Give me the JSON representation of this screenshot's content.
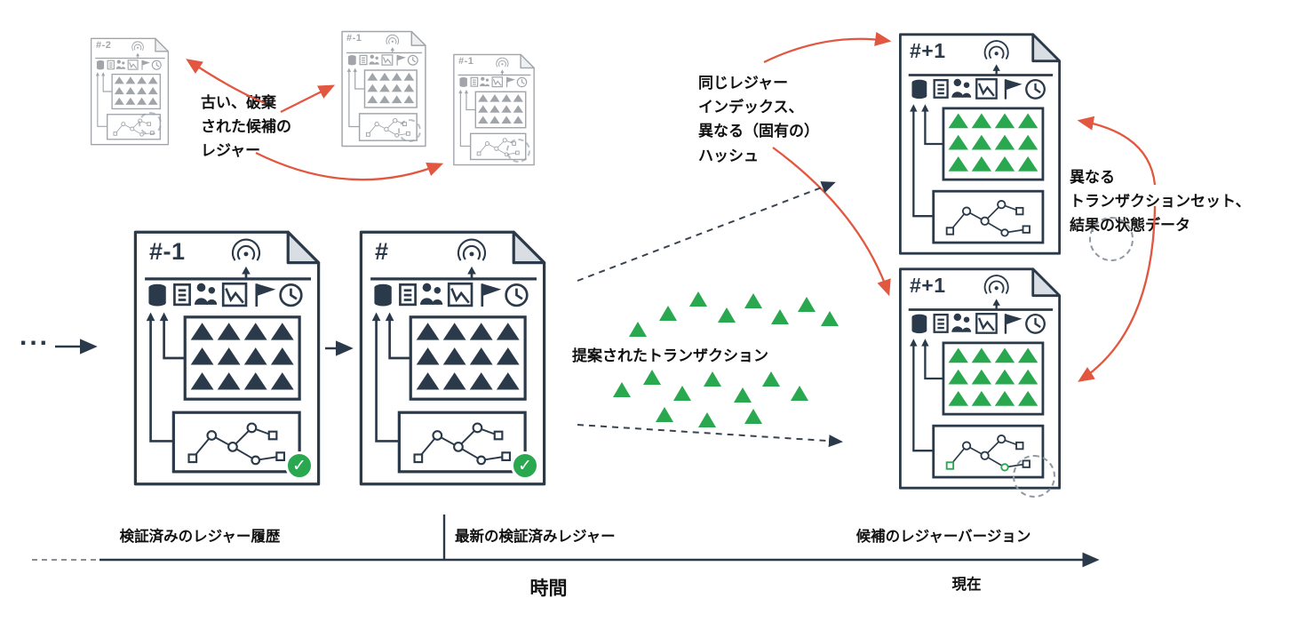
{
  "colors": {
    "ink": "#2b3a4a",
    "green": "#2aa84f",
    "red": "#e2573f",
    "gray_dashed": "#8f98a3",
    "axis": "#2b3a4a"
  },
  "ledgers": {
    "discarded_1": "#-2",
    "discarded_2": "#-1",
    "discarded_3": "#-1",
    "history": "#-1",
    "latest": "#",
    "candidate_top": "#+1",
    "candidate_bottom": "#+1"
  },
  "annotations": {
    "discarded": "古い、破棄\nされた候補の\nレジャー",
    "same_index": "同じレジャー\nインデックス、\n異なる（固有の）\nハッシュ",
    "different_set": "異なる\nトランザクションセット、\n結果の状態データ",
    "proposed": "提案されたトランザクション",
    "ellipsis": "..."
  },
  "timeline": {
    "history": "検証済みのレジャー履歴",
    "latest": "最新の検証済みレジャー",
    "candidates": "候補のレジャーバージョン",
    "time": "時間",
    "now": "現在"
  },
  "icons": {
    "check": "✓"
  }
}
